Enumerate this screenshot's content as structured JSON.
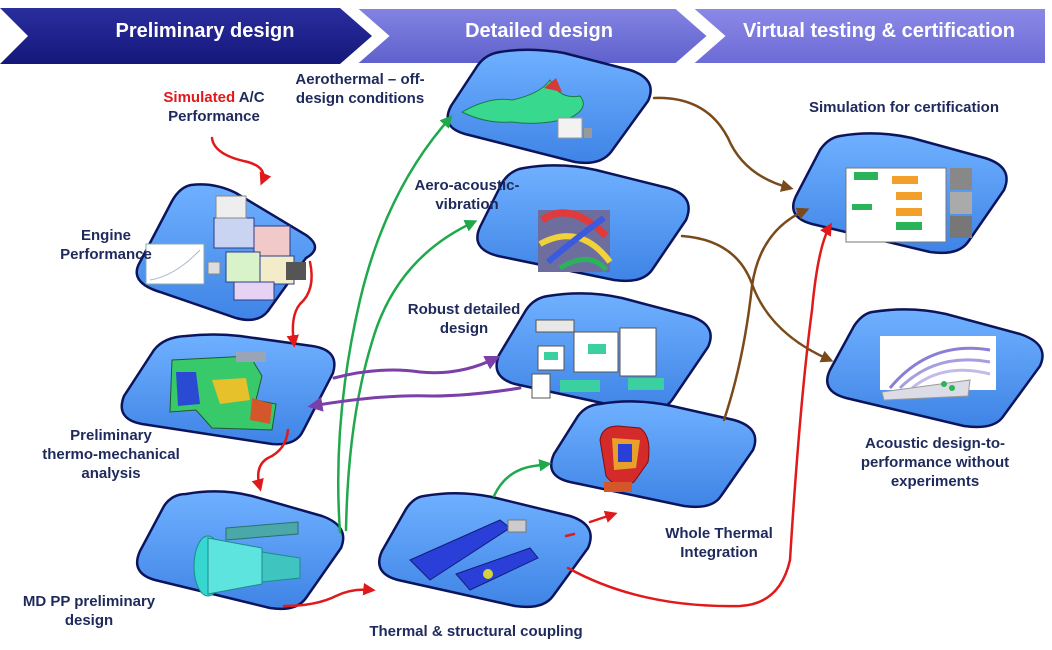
{
  "colors": {
    "phase1": "#1c1f8c",
    "phase2": "#6e6fd6",
    "phase3": "#7b79dc",
    "tile_fill": "#4f95ee",
    "tile_stroke": "#0c145c",
    "arrow_red": "#e01a1a",
    "arrow_green": "#1fa84c",
    "arrow_purple": "#7a3fa8",
    "arrow_brown": "#7a4a1a",
    "label": "#1f2a5c"
  },
  "phases": [
    {
      "label": "Preliminary design"
    },
    {
      "label": "Detailed design"
    },
    {
      "label": "Virtual testing & certification"
    }
  ],
  "nodes": {
    "ac_performance": {
      "highlight": "Simulated",
      "rest": " A/C",
      "line2": "Performance"
    },
    "engine_performance": {
      "line1": "Engine",
      "line2": "Performance",
      "icon": "puzzle-pieces-image"
    },
    "thermo_mechanical": {
      "line1": "Preliminary",
      "line2": "thermo-mechanical",
      "line3": "analysis",
      "icon": "engine-stress-contour-image"
    },
    "md_pp": {
      "line1": "MD PP preliminary",
      "line2": "design",
      "icon": "engine-nacelle-model-image"
    },
    "aerothermal": {
      "line1": "Aerothermal – off-",
      "line2": "design conditions",
      "icon": "blade-flow-image"
    },
    "aero_acoustic": {
      "line1": "Aero-acoustic-",
      "line2": "vibration",
      "icon": "fan-blades-image"
    },
    "robust_detailed": {
      "line1": "Robust detailed",
      "line2": "design",
      "icon": "workflow-diagram-image"
    },
    "thermal_structural": {
      "line1": "Thermal & structural coupling",
      "icon": "pylon-structure-image"
    },
    "whole_thermal": {
      "line1": "Whole Thermal",
      "line2": "Integration",
      "icon": "engine-cutaway-image"
    },
    "certification": {
      "line1": "Simulation for certification",
      "icon": "certification-flowchart-image"
    },
    "acoustic_design": {
      "line1": "Acoustic design-to-",
      "line2": "performance without",
      "line3": "experiments",
      "icon": "acoustic-waves-image"
    }
  }
}
